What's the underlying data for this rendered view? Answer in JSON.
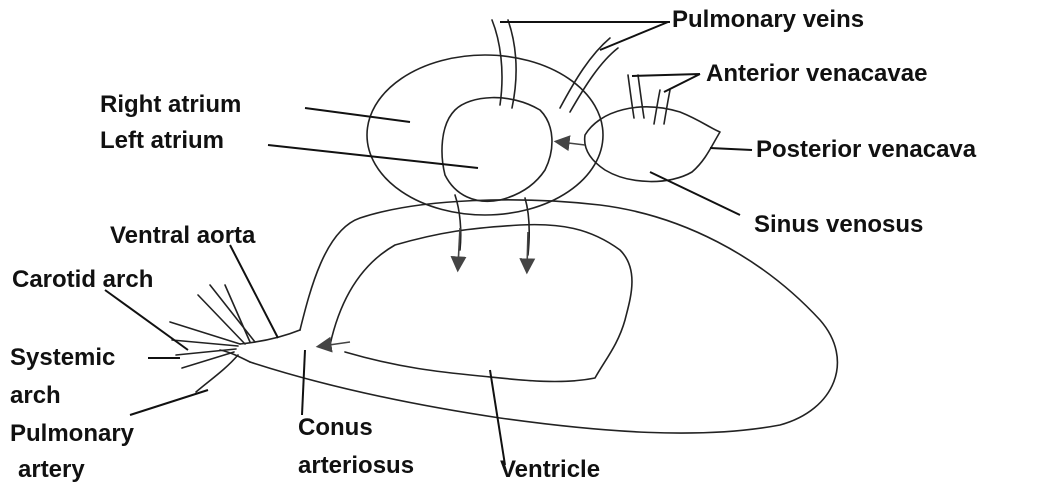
{
  "labels": {
    "pulmonary_veins": "Pulmonary veins",
    "anterior_venacavae": "Anterior venacavae",
    "right_atrium": "Right atrium",
    "left_atrium": "Left atrium",
    "posterior_venacava": "Posterior venacava",
    "sinus_venosus": "Sinus venosus",
    "ventral_aorta": "Ventral aorta",
    "carotid_arch": "Carotid arch",
    "systemic_arch_line1": "Systemic",
    "systemic_arch_line2": "arch",
    "pulmonary_artery_line1": "Pulmonary",
    "pulmonary_artery_line2": "artery",
    "conus_arteriosus_line1": "Conus",
    "conus_arteriosus_line2": "arteriosus",
    "ventricle": "Ventricle"
  },
  "colors": {
    "ink": "#111111",
    "background": "#ffffff"
  }
}
